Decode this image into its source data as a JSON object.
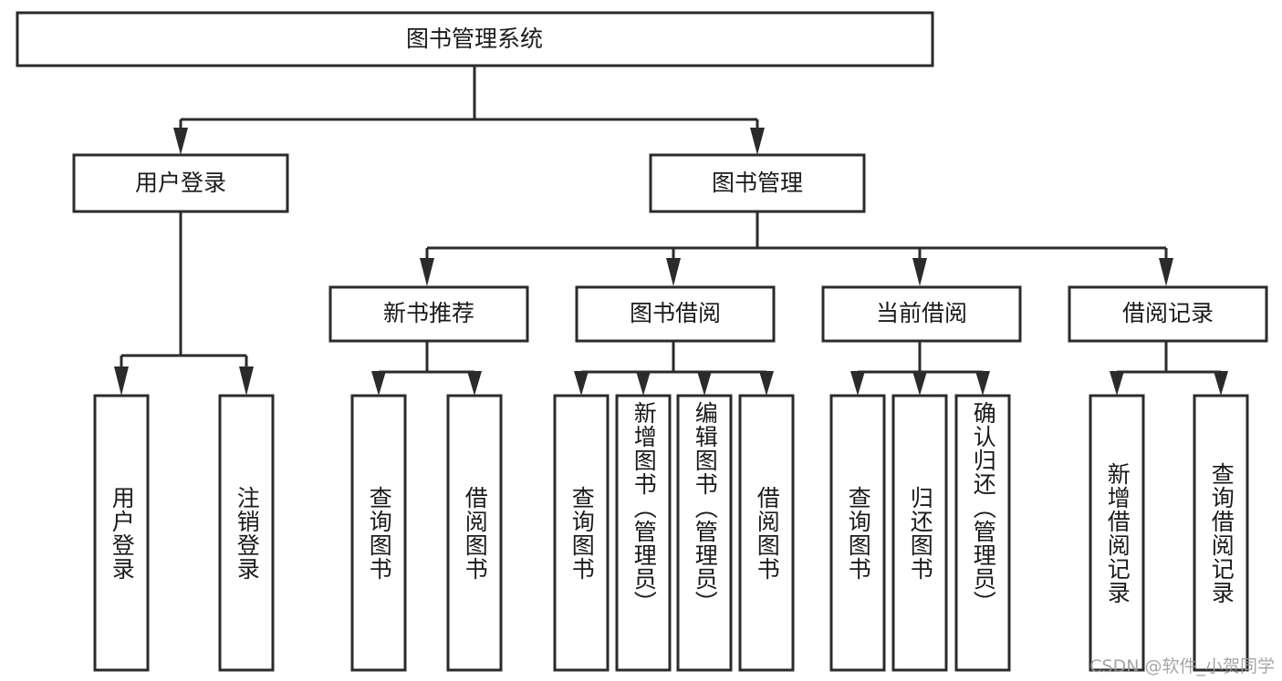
{
  "diagram": {
    "type": "tree-hierarchy",
    "title": "图书管理系统",
    "orientation": "top-down",
    "colors": {
      "box_stroke": "#2b2b2b",
      "box_fill": "#ffffff",
      "connector": "#2b2b2b",
      "text": "#1a1a1a",
      "background": "#ffffff",
      "watermark": "#9a9a9a"
    },
    "root": {
      "label": "图书管理系统"
    },
    "level2": [
      {
        "label": "用户登录"
      },
      {
        "label": "图书管理"
      }
    ],
    "level3": [
      {
        "label": "新书推荐"
      },
      {
        "label": "图书借阅"
      },
      {
        "label": "当前借阅"
      },
      {
        "label": "借阅记录"
      }
    ],
    "leaves": {
      "user_login": [
        {
          "label": "用户登录"
        },
        {
          "label": "注销登录"
        }
      ],
      "new_book_recommend": [
        {
          "label": "查询图书"
        },
        {
          "label": "借阅图书"
        }
      ],
      "book_borrow": [
        {
          "label": "查询图书"
        },
        {
          "label": "新增图书（管理员）"
        },
        {
          "label": "编辑图书（管理员）"
        },
        {
          "label": "借阅图书"
        }
      ],
      "current_borrow": [
        {
          "label": "查询图书"
        },
        {
          "label": "归还图书"
        },
        {
          "label": "确认归还（管理员）"
        }
      ],
      "borrow_record": [
        {
          "label": "新增借阅记录"
        },
        {
          "label": "查询借阅记录"
        }
      ]
    }
  },
  "watermark": {
    "text": "CSDN @软件_小贺同学"
  }
}
